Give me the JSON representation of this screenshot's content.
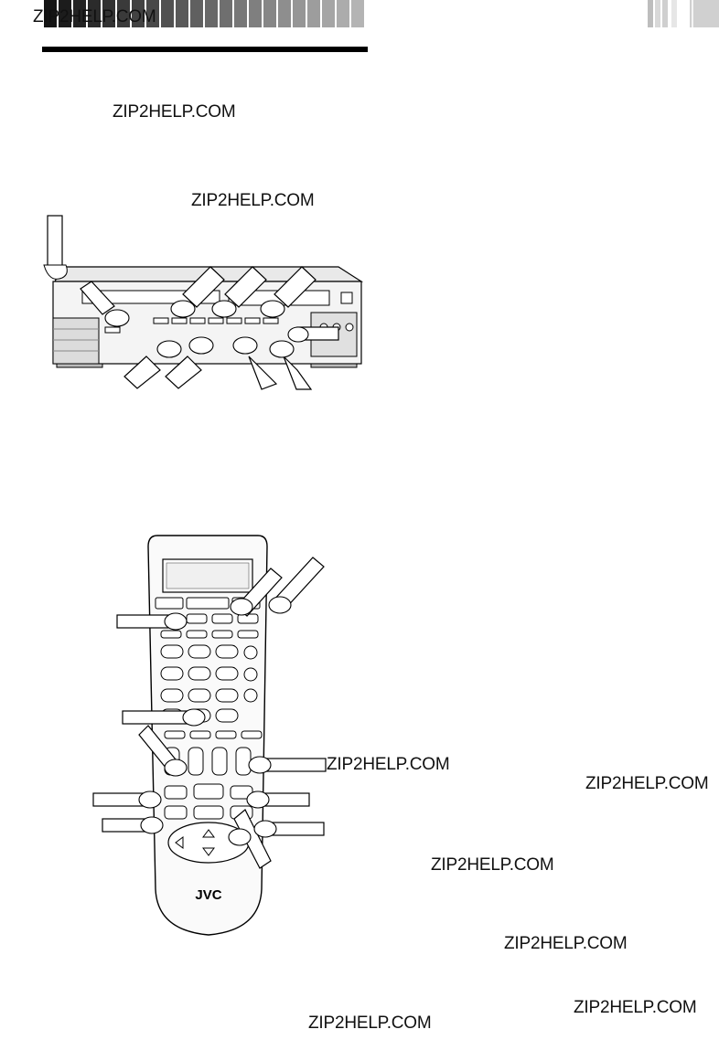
{
  "watermarks": {
    "header": "ZIP2HELP.COM",
    "w1": "ZIP2HELP.COM",
    "w2": "ZIP2HELP.COM",
    "w3": "ZIP2HELP.COM",
    "w4": "ZIP2HELP.COM",
    "w5": "ZIP2HELP.COM",
    "w6": "ZIP2HELP.COM",
    "w7": "ZIP2HELP.COM",
    "w8": "ZIP2HELP.COM"
  },
  "remote": {
    "brand": "JVC"
  },
  "icons": {
    "vcr": "vcr-front-panel-illustration",
    "remote": "remote-control-illustration",
    "hand": "pointing-hand-icon"
  }
}
